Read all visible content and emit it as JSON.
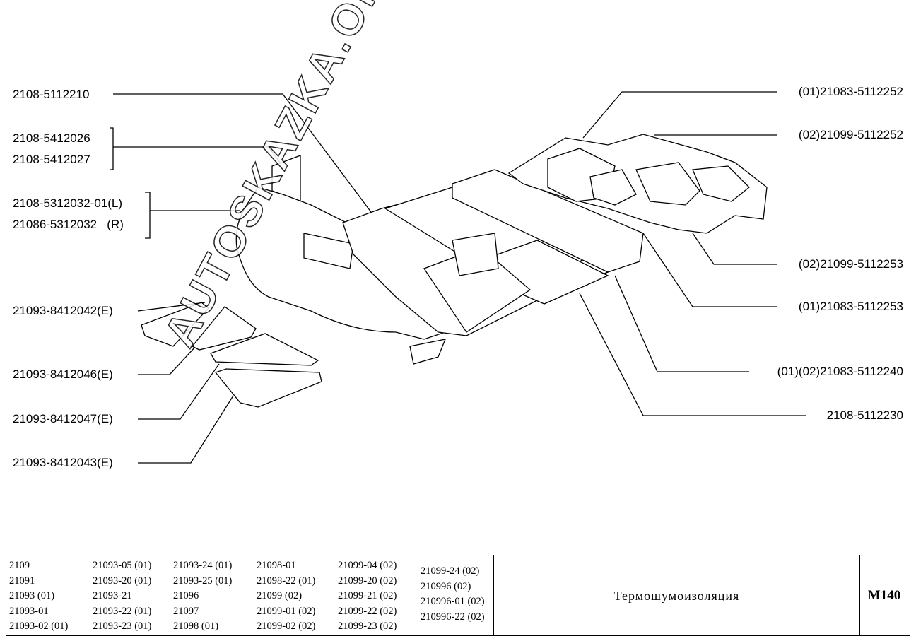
{
  "labels_left": [
    "2108-5112210",
    "2108-5412026",
    "2108-5412027",
    "2108-5312032-01(L)",
    "21086-5312032   (R)",
    "21093-8412042(E)",
    "21093-8412046(E)",
    "21093-8412047(E)",
    "21093-8412043(E)"
  ],
  "labels_right": [
    "(01)21083-5112252",
    "(02)21099-5112252",
    "(02)21099-5112253",
    "(01)21083-5112253",
    "(01)(02)21083-5112240",
    "2108-5112230"
  ],
  "models": [
    [
      "2109",
      "21091",
      "21093 (01)",
      "21093-01",
      "21093-02 (01)"
    ],
    [
      "21093-05 (01)",
      "21093-20 (01)",
      "21093-21",
      "21093-22 (01)",
      "21093-23 (01)"
    ],
    [
      "21093-24 (01)",
      "21093-25 (01)",
      "21096",
      "21097",
      "21098 (01)"
    ],
    [
      "21098-01",
      "21098-22 (01)",
      "21099 (02)",
      "21099-01 (02)",
      "21099-02 (02)"
    ],
    [
      "21099-04 (02)",
      "21099-20 (02)",
      "21099-21 (02)",
      "21099-22 (02)",
      "21099-23 (02)"
    ],
    [
      "21099-24 (02)",
      "210996 (02)",
      "210996-01 (02)",
      "210996-22 (02)"
    ]
  ],
  "title": "Термошумоизоляция",
  "code": "M140",
  "watermark": "AUTOSKAZKA.ONLINE"
}
